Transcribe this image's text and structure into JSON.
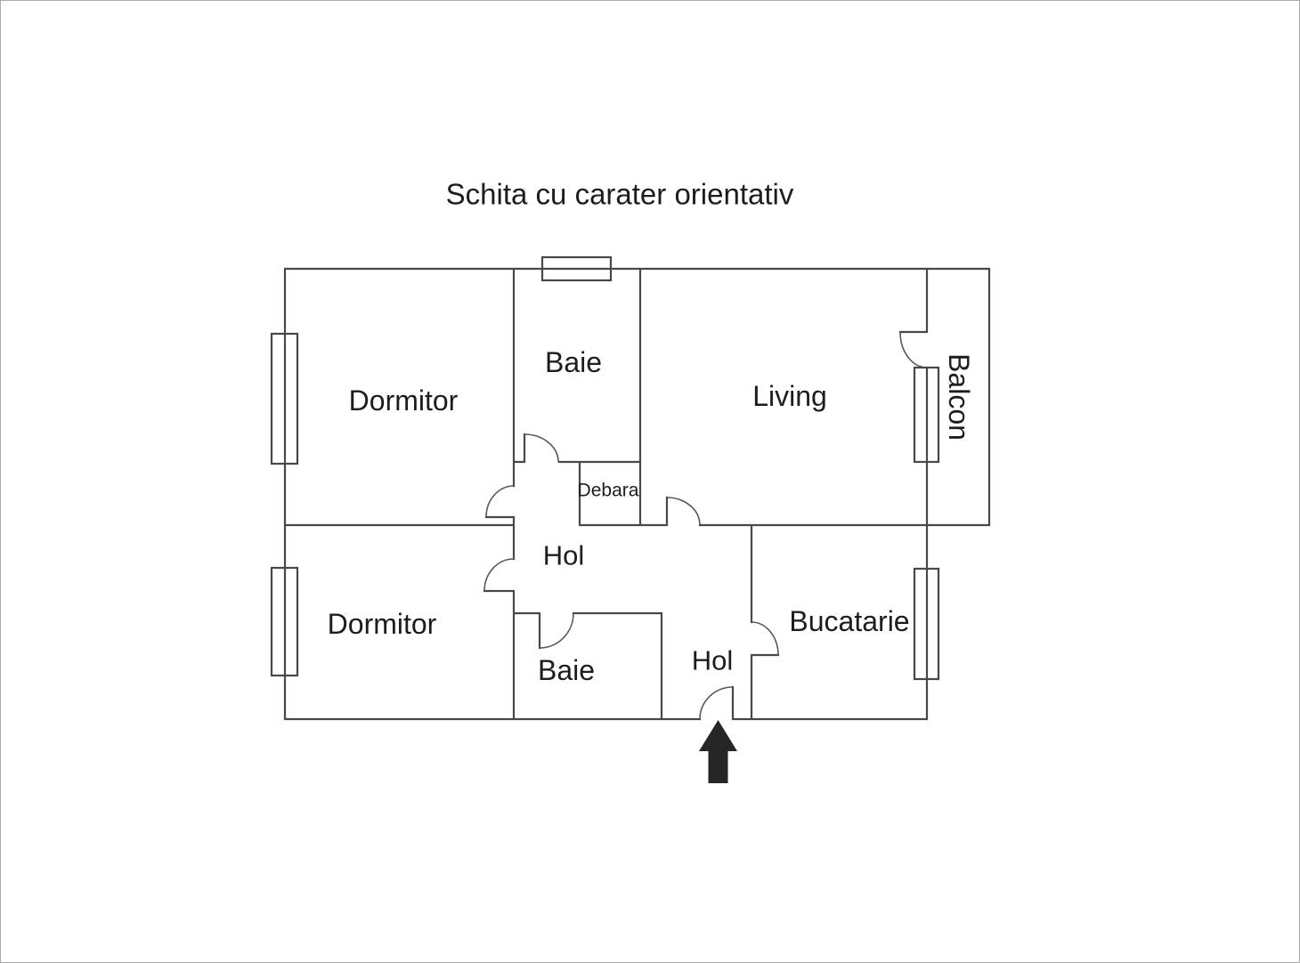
{
  "title": "Schita cu carater orientativ",
  "rooms": {
    "dormitor_top": {
      "label": "Dormitor"
    },
    "baie_top": {
      "label": "Baie"
    },
    "living": {
      "label": "Living"
    },
    "balcon": {
      "label": "Balcon"
    },
    "debara": {
      "label": "Debara"
    },
    "hol_top": {
      "label": "Hol"
    },
    "dormitor_bottom": {
      "label": "Dormitor"
    },
    "baie_bottom": {
      "label": "Baie"
    },
    "hol_bottom": {
      "label": "Hol"
    },
    "bucatarie": {
      "label": "Bucatarie"
    }
  },
  "entrance": {
    "icon": "up-arrow",
    "meaning": "entrance"
  },
  "colors": {
    "background": "#ffffff",
    "border": "#ababab",
    "wall": "#46484a",
    "arc": "#55585a",
    "text": "#1d1d1f",
    "arrow": "#262629"
  }
}
